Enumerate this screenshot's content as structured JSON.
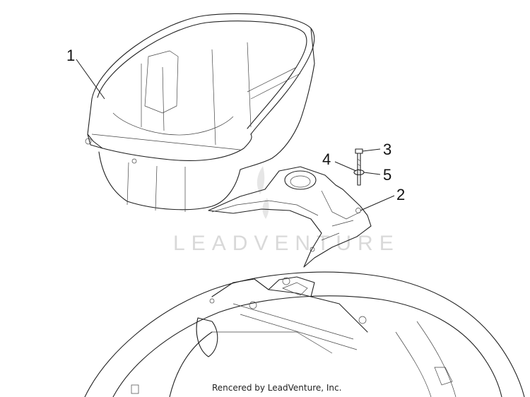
{
  "callouts": [
    {
      "id": "1",
      "label": "1"
    },
    {
      "id": "2",
      "label": "2"
    },
    {
      "id": "3",
      "label": "3"
    },
    {
      "id": "4",
      "label": "4"
    },
    {
      "id": "5",
      "label": "5"
    }
  ],
  "watermark": "LEADVENTURE",
  "credit": "Rencered by LeadVenture, Inc."
}
